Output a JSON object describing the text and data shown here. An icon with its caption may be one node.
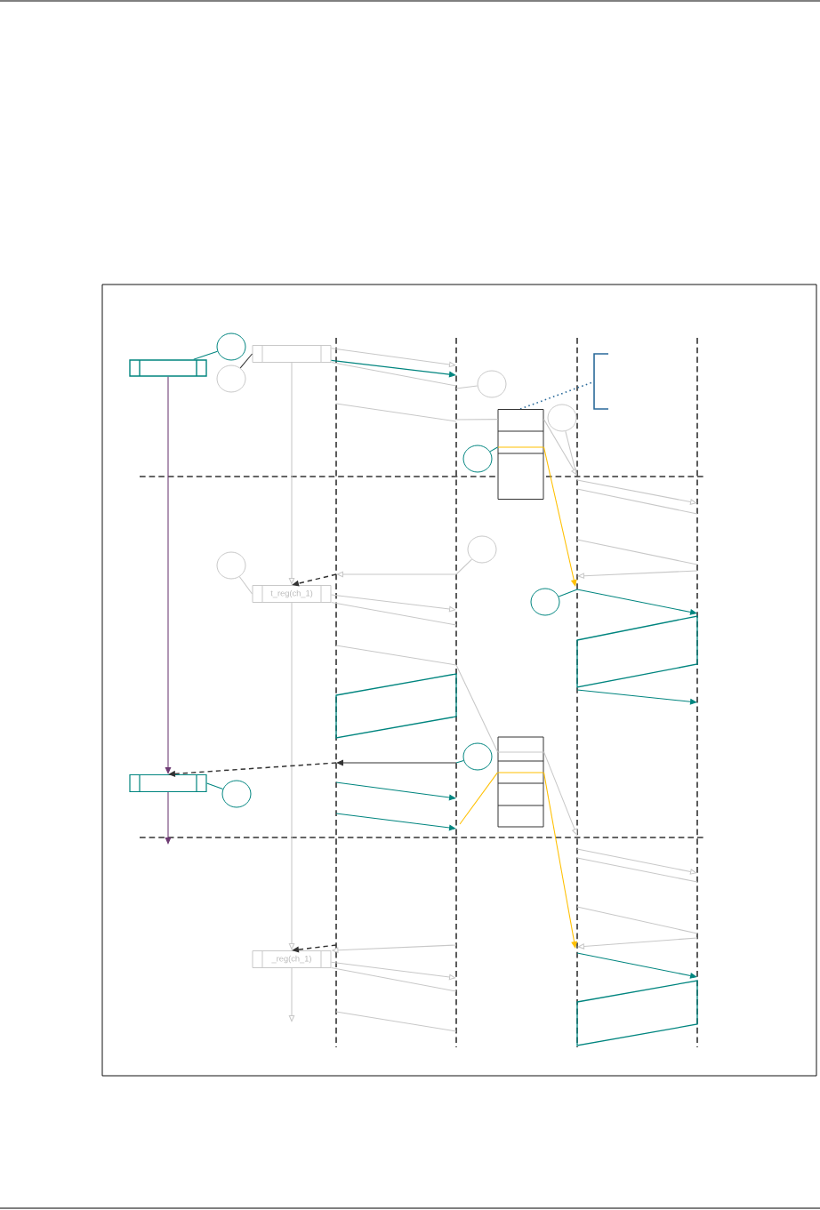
{
  "diagram": {
    "nodes": [
      {
        "text": [],
        "shape": "box"
      },
      {
        "text": [],
        "shape": "box"
      },
      {
        "text": [],
        "shape": "circle"
      },
      {
        "text": [],
        "shape": "circle"
      },
      {
        "text": [],
        "shape": "circle"
      },
      {
        "text": [],
        "shape": "box"
      },
      {
        "text": [],
        "shape": "circle"
      },
      {
        "text": [],
        "shape": "circle"
      },
      {
        "text": [],
        "shape": "circle"
      },
      {
        "text": [
          "t_reg(ch_1)"
        ]
      },
      {
        "text": [],
        "shape": "circle"
      },
      {
        "text": [],
        "shape": "circle"
      },
      {
        "text": [],
        "shape": "box"
      },
      {
        "text": [],
        "shape": "circle"
      },
      {
        "text": [],
        "shape": "box"
      },
      {
        "text": [],
        "shape": "circle"
      },
      {
        "text": [
          "_reg(ch_1)"
        ]
      }
    ],
    "edges": [
      {
        "from": 2,
        "to": 0,
        "arrow": "none",
        "color": "#00857f"
      },
      {
        "from": 3,
        "to": 1,
        "arrow": "none",
        "color": "#333333"
      },
      {
        "from": 0,
        "to": 14,
        "arrow": "to",
        "color": "#6d3a72"
      },
      {
        "from": 14,
        "to": null,
        "arrow": "to",
        "color": "#6d3a72"
      },
      {
        "from": 1,
        "to": 9,
        "arrow": "to"
      },
      {
        "from": 9,
        "to": 16,
        "arrow": "to"
      },
      {
        "from": 16,
        "to": null,
        "arrow": "to"
      },
      {
        "from": 8,
        "to": 9,
        "arrow": "none"
      },
      {
        "from": 4,
        "to": null,
        "arrow": "none"
      },
      {
        "from": 6,
        "to": null,
        "arrow": "none"
      },
      {
        "from": 7,
        "to": 5,
        "arrow": "none",
        "color": "#00857f"
      },
      {
        "from": 10,
        "to": null,
        "arrow": "none"
      },
      {
        "from": 11,
        "to": null,
        "arrow": "none",
        "color": "#00857f"
      },
      {
        "from": 13,
        "to": null,
        "arrow": "none",
        "color": "#00857f"
      },
      {
        "from": 15,
        "to": 14,
        "arrow": "none",
        "color": "#00857f"
      },
      {
        "from": null,
        "to": 5,
        "arrow": "none"
      },
      {
        "from": 5,
        "to": null,
        "arrow": "to"
      },
      {
        "from": 5,
        "to": null,
        "arrow": "to",
        "color": "#ffc000"
      },
      {
        "from": null,
        "to": 12,
        "arrow": "none"
      },
      {
        "from": 12,
        "to": null,
        "arrow": "to"
      },
      {
        "from": null,
        "to": 12,
        "arrow": "none",
        "color": "#ffc000"
      },
      {
        "from": 12,
        "to": null,
        "arrow": "to",
        "color": "#ffc000"
      },
      {
        "from": null,
        "to": 14,
        "arrow": "to",
        "style": "dashed",
        "color": "#333333"
      },
      {
        "from": null,
        "to": 9,
        "arrow": "to",
        "style": "dashed",
        "color": "#333333"
      },
      {
        "from": null,
        "to": 16,
        "arrow": "to",
        "style": "dashed",
        "color": "#333333"
      },
      {
        "from": 1,
        "to": null,
        "arrow": "to"
      },
      {
        "from": 1,
        "to": null,
        "arrow": "to",
        "color": "#00857f"
      },
      {
        "from": 1,
        "to": null,
        "arrow": "none"
      },
      {
        "from": 9,
        "to": null,
        "arrow": "to"
      },
      {
        "from": 9,
        "to": null,
        "arrow": "none"
      },
      {
        "from": 16,
        "to": null,
        "arrow": "to"
      },
      {
        "from": 16,
        "to": null,
        "arrow": "none"
      },
      {
        "from": null,
        "to": 16,
        "arrow": "to"
      }
    ]
  }
}
